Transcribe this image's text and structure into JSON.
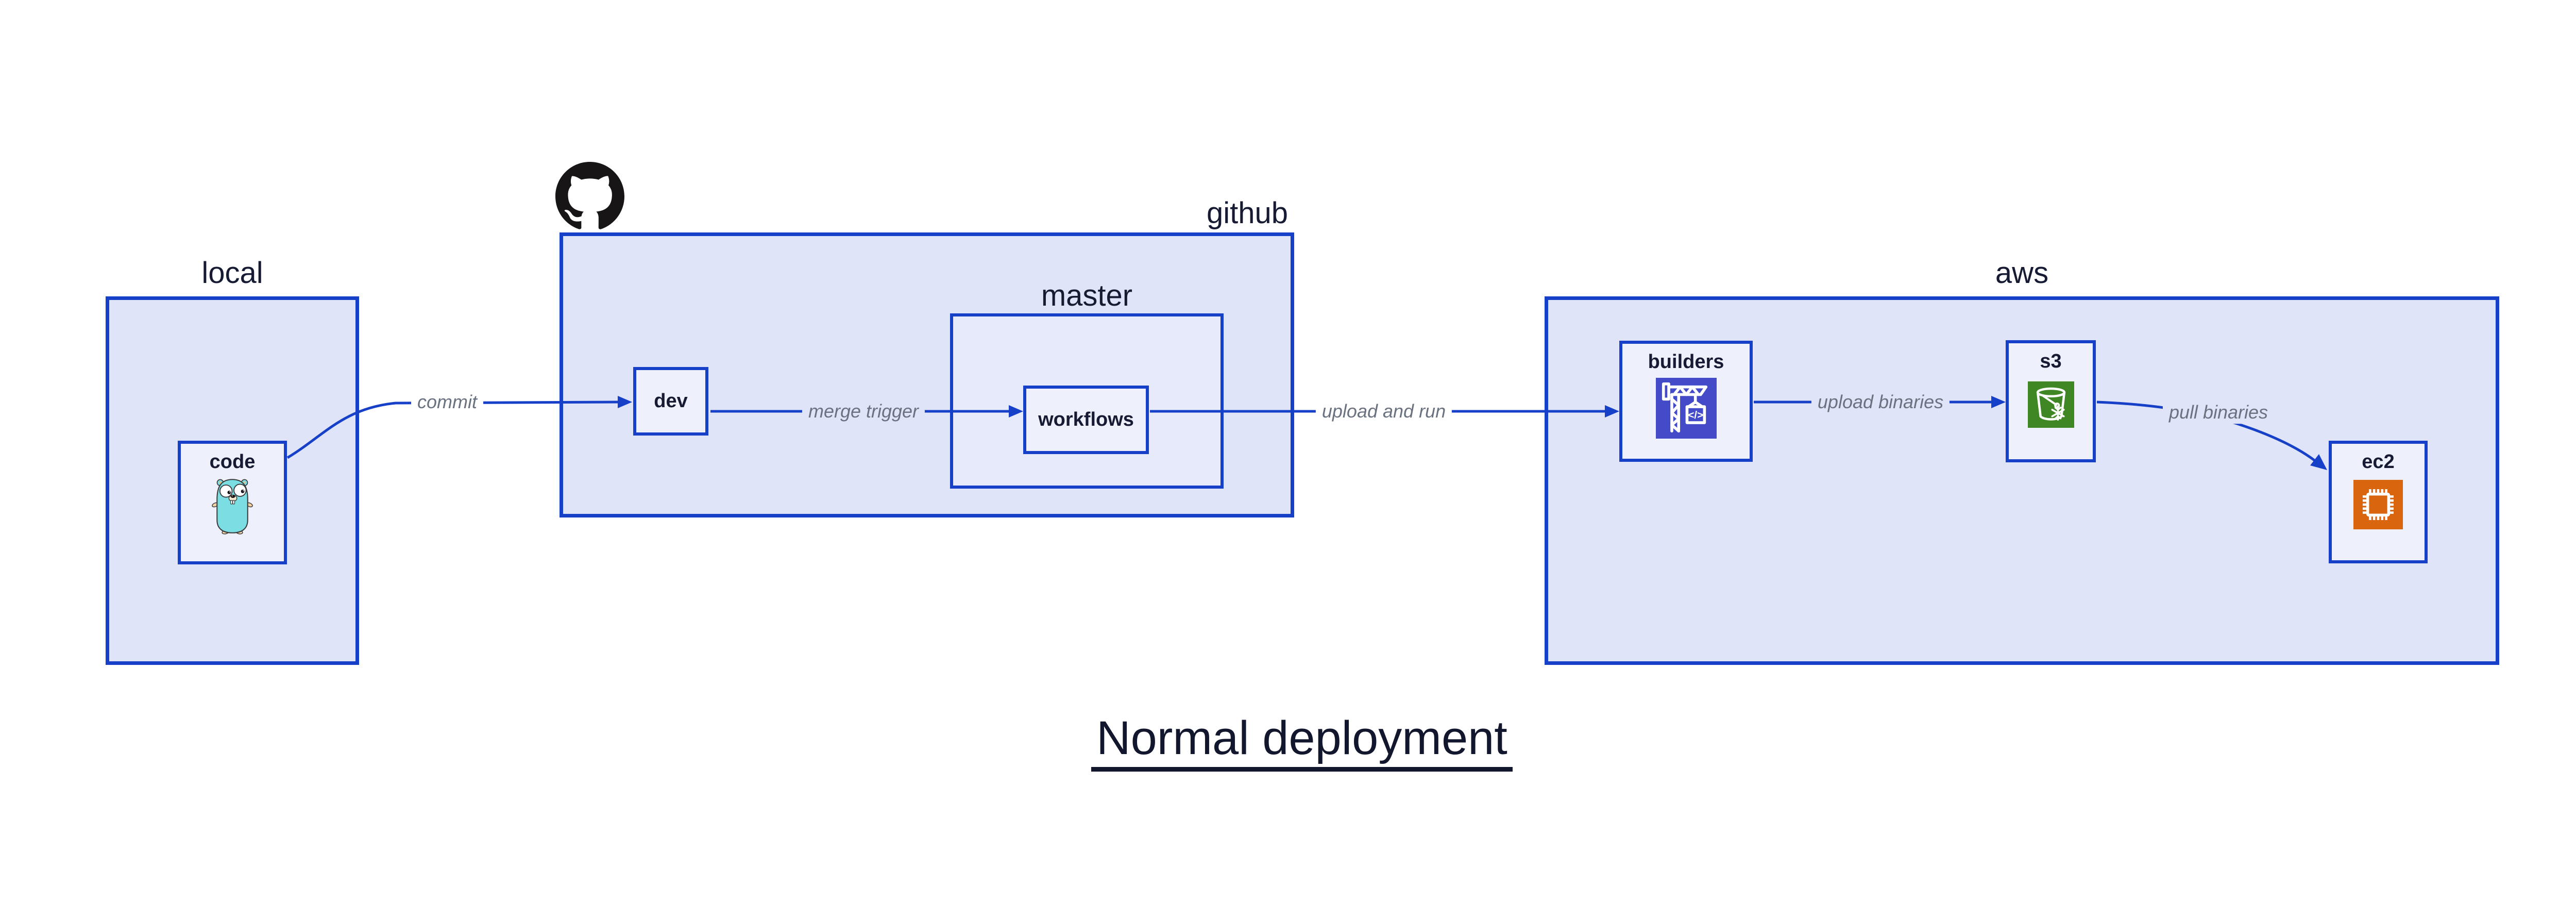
{
  "title": {
    "text": "Normal deployment"
  },
  "colors": {
    "border_blue": "#1740c8",
    "container_fill": "#dfe4f8",
    "nested_container_fill": "#e6eafa",
    "node_fill": "#eef1fb",
    "label_navy": "#161b33",
    "title_navy": "#12172e",
    "edge_label_gray": "#6a7280",
    "octocat_black": "#171515",
    "codebuild_indigo": "#444bc8",
    "s3_green": "#3f8624",
    "ec2_orange": "#d9660f",
    "gopher_teal": "#7bdee2",
    "gopher_tan": "#f2d1a4"
  },
  "containers": {
    "local": {
      "label": "local"
    },
    "github": {
      "label": "github",
      "icon": "github-octocat-icon"
    },
    "master": {
      "label": "master"
    },
    "aws": {
      "label": "aws"
    }
  },
  "nodes": {
    "code": {
      "label": "code",
      "icon": "go-gopher-icon"
    },
    "dev": {
      "label": "dev"
    },
    "workflows": {
      "label": "workflows"
    },
    "builders": {
      "label": "builders",
      "icon": "codebuild-crane-icon",
      "icon_text": "</>"
    },
    "s3": {
      "label": "s3",
      "icon": "s3-glacier-bucket-icon"
    },
    "ec2": {
      "label": "ec2",
      "icon": "ec2-chip-icon"
    }
  },
  "edges": {
    "commit": {
      "label": "commit"
    },
    "merge_trigger": {
      "label": "merge trigger"
    },
    "upload_and_run": {
      "label": "upload and run"
    },
    "upload_binaries": {
      "label": "upload binaries"
    },
    "pull_binaries": {
      "label": "pull binaries"
    }
  }
}
